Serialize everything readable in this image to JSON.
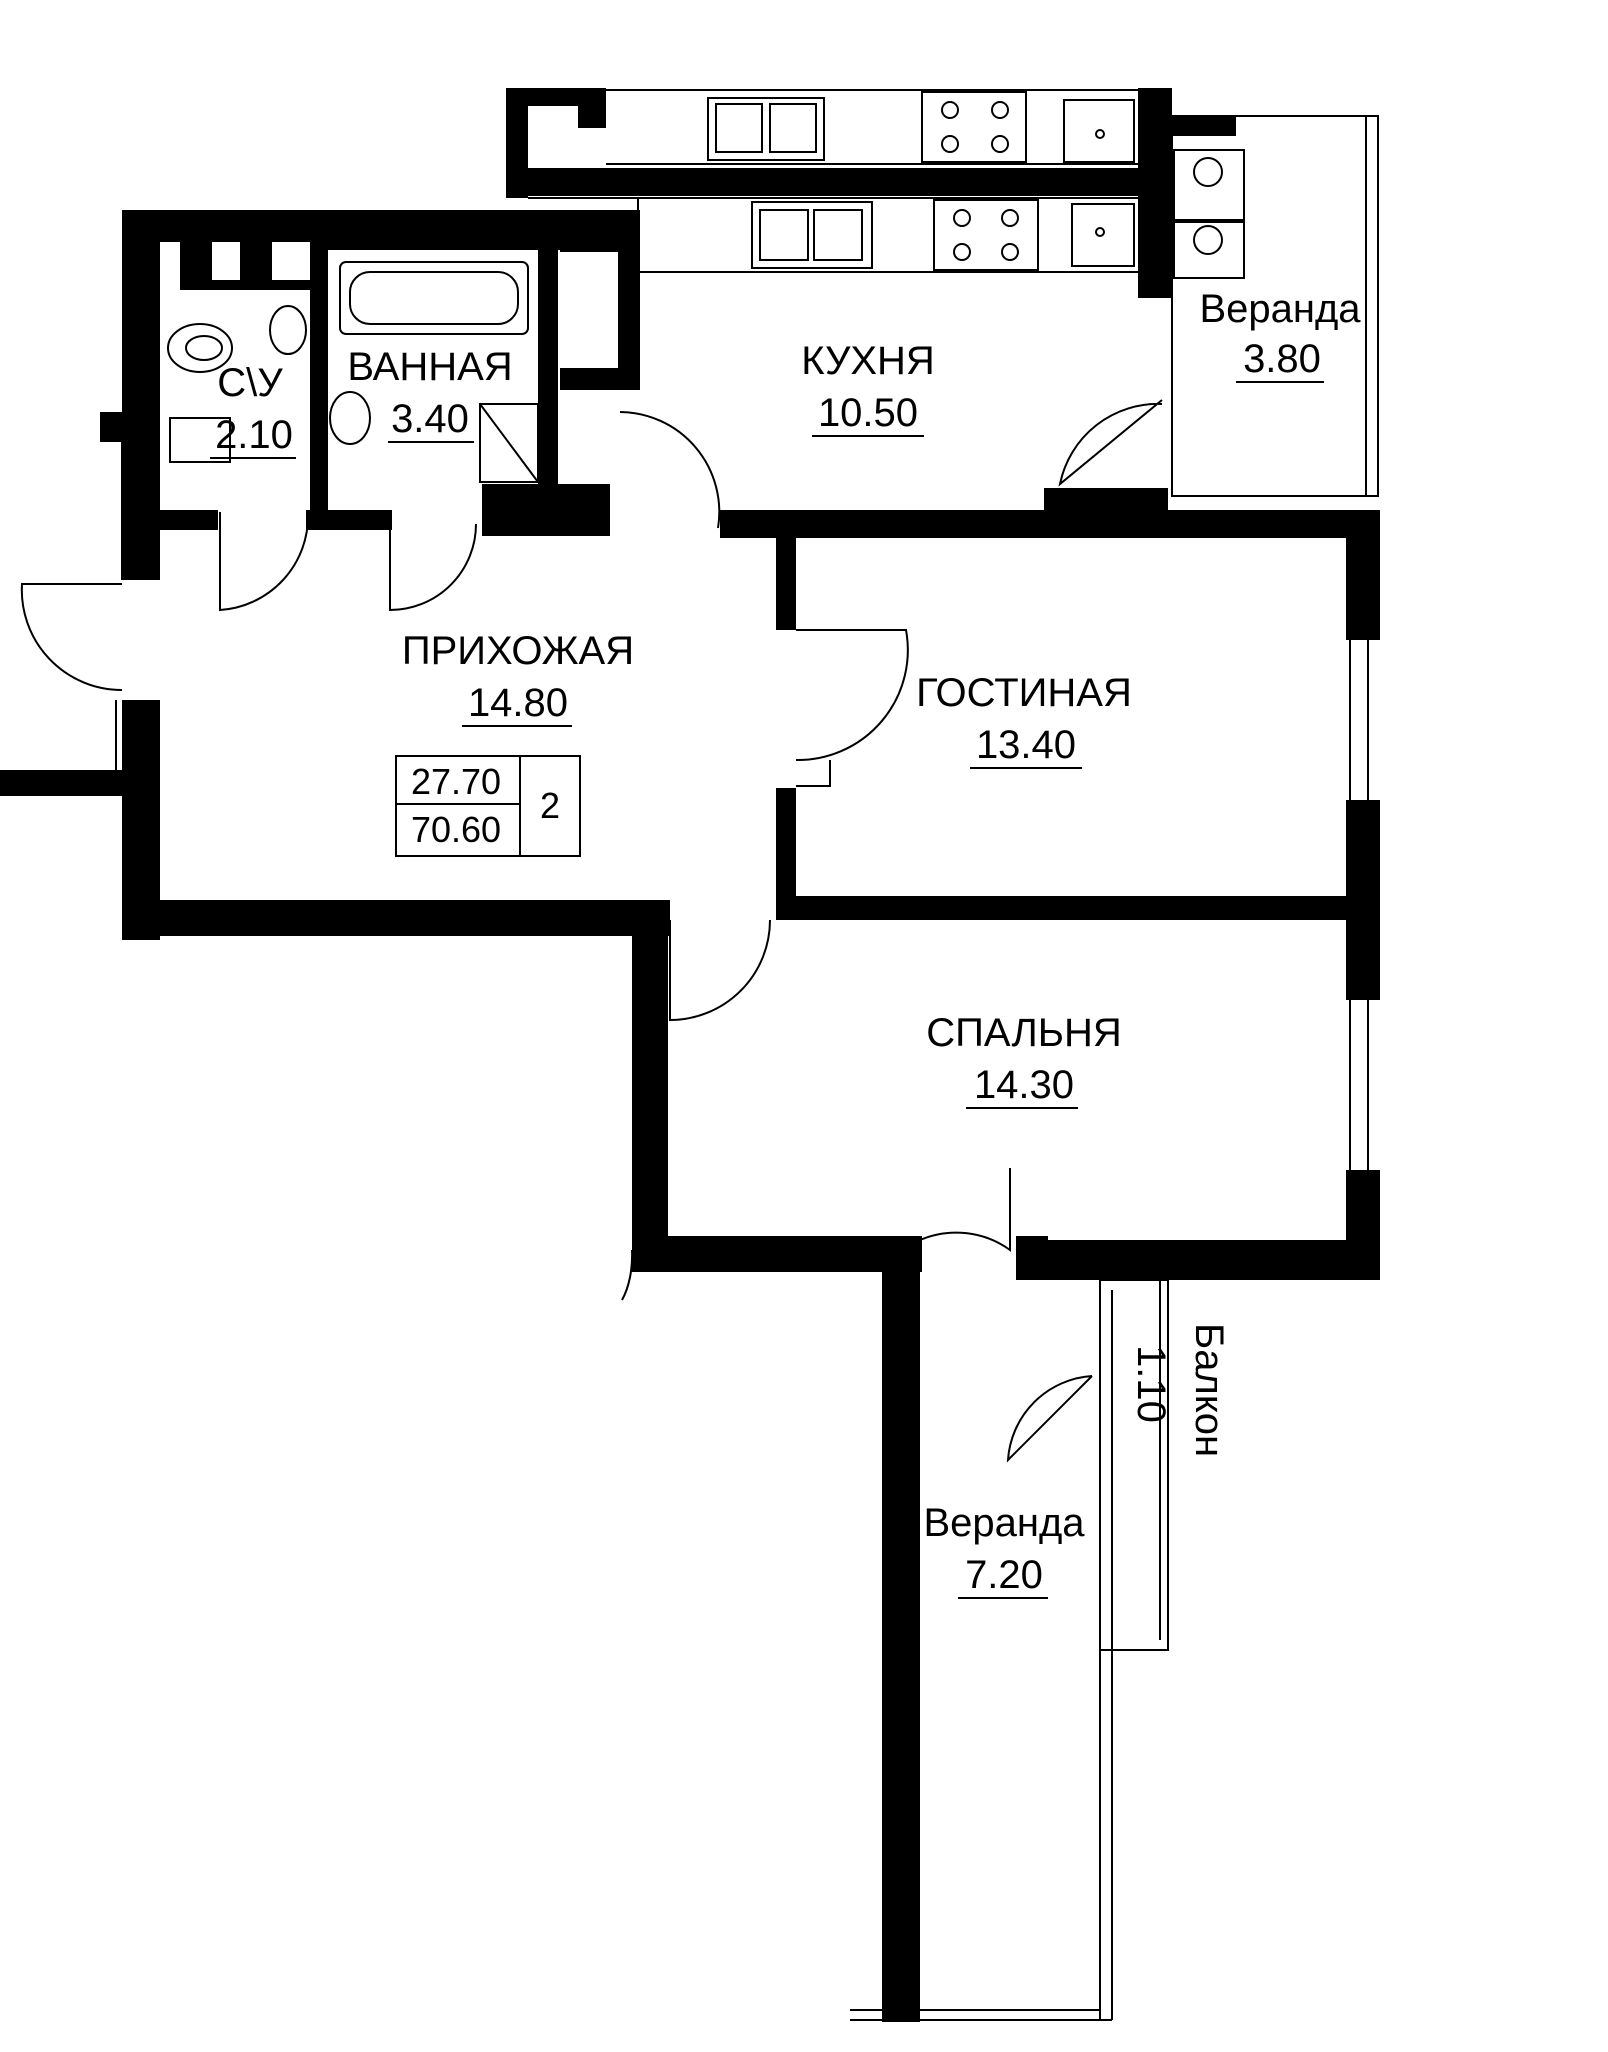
{
  "rooms": {
    "bathroom_wc": {
      "name": "С\\У",
      "area": "2.10"
    },
    "bathroom": {
      "name": "ВАННАЯ",
      "area": "3.40"
    },
    "kitchen": {
      "name": "КУХНЯ",
      "area": "10.50"
    },
    "veranda_top": {
      "name": "Веранда",
      "area": "3.80"
    },
    "hallway": {
      "name": "ПРИХОЖАЯ",
      "area": "14.80"
    },
    "living_room": {
      "name": "ГОСТИНАЯ",
      "area": "13.40"
    },
    "bedroom": {
      "name": "СПАЛЬНЯ",
      "area": "14.30"
    },
    "balcony": {
      "name": "Балкон",
      "area": "1.10"
    },
    "veranda_bottom": {
      "name": "Веранда",
      "area": "7.20"
    }
  },
  "summary": {
    "living_area": "27.70",
    "total_area": "70.60",
    "room_count": "2"
  }
}
